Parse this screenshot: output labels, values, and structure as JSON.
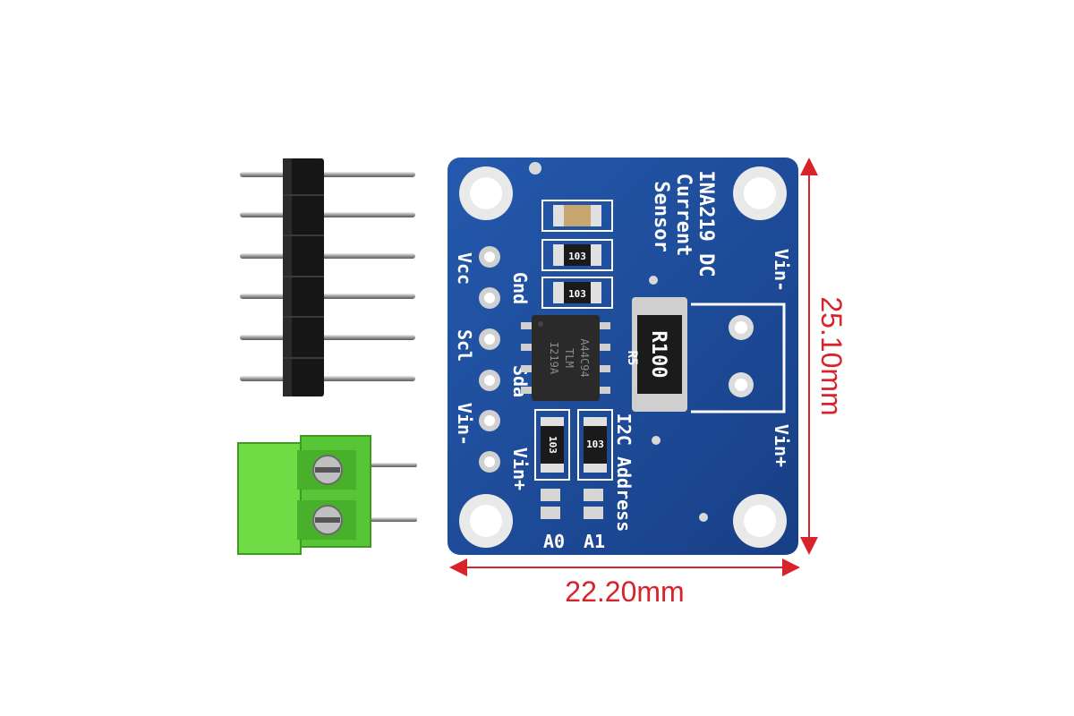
{
  "product": {
    "board": {
      "title_lines": [
        "INA219 DC",
        "Current",
        "Sensor"
      ],
      "pin_labels": [
        "Vcc",
        "Gnd",
        "Scl",
        "Sda",
        "Vin-",
        "Vin+"
      ],
      "terminal_labels": {
        "top": "Vin-",
        "bottom": "Vin+"
      },
      "address_label": "I2C Address",
      "address_pads": [
        "A0",
        "A1"
      ],
      "chip_marking": [
        "I219A",
        "TLM",
        "A44C94"
      ],
      "shunt_marking": "R100",
      "resistor_codes": [
        "103",
        "103",
        "103",
        "103"
      ],
      "shunt_ref": "R5"
    },
    "dimensions": {
      "width": "22.20mm",
      "height": "25.10mm"
    },
    "colors": {
      "pcb": "#1d4f9e",
      "dimension": "#d8232a",
      "terminal": "#5fcf3a",
      "header": "#1a1a1a"
    }
  }
}
